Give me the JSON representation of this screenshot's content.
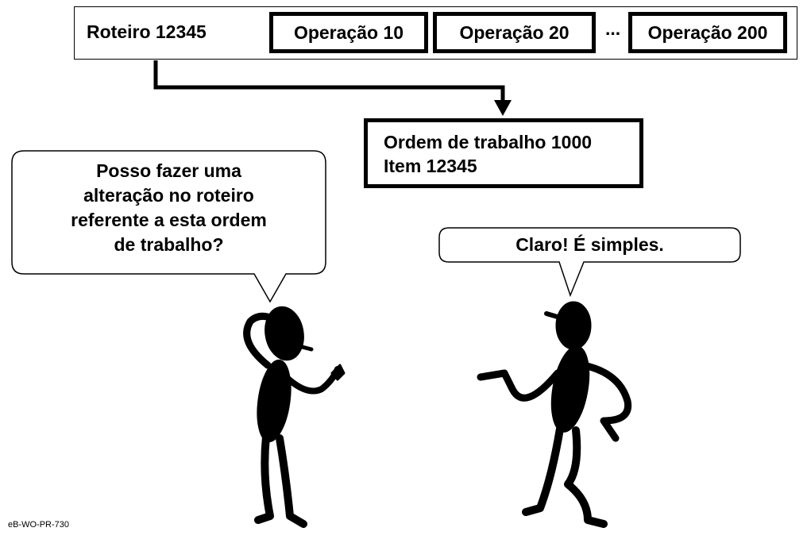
{
  "routing": {
    "label": "Roteiro 12345",
    "operations": [
      "Operação 10",
      "Operação 20",
      "Operação 200"
    ],
    "ellipsis": "..."
  },
  "work_order": {
    "line1": "Ordem de trabalho 1000",
    "line2": "Item 12345"
  },
  "left_speech": {
    "lines": [
      "Posso fazer uma",
      "alteração no roteiro",
      "referente a esta ordem",
      "de trabalho?"
    ]
  },
  "right_speech": {
    "text": "Claro! É simples."
  },
  "footer": {
    "code": "eB-WO-PR-730"
  }
}
